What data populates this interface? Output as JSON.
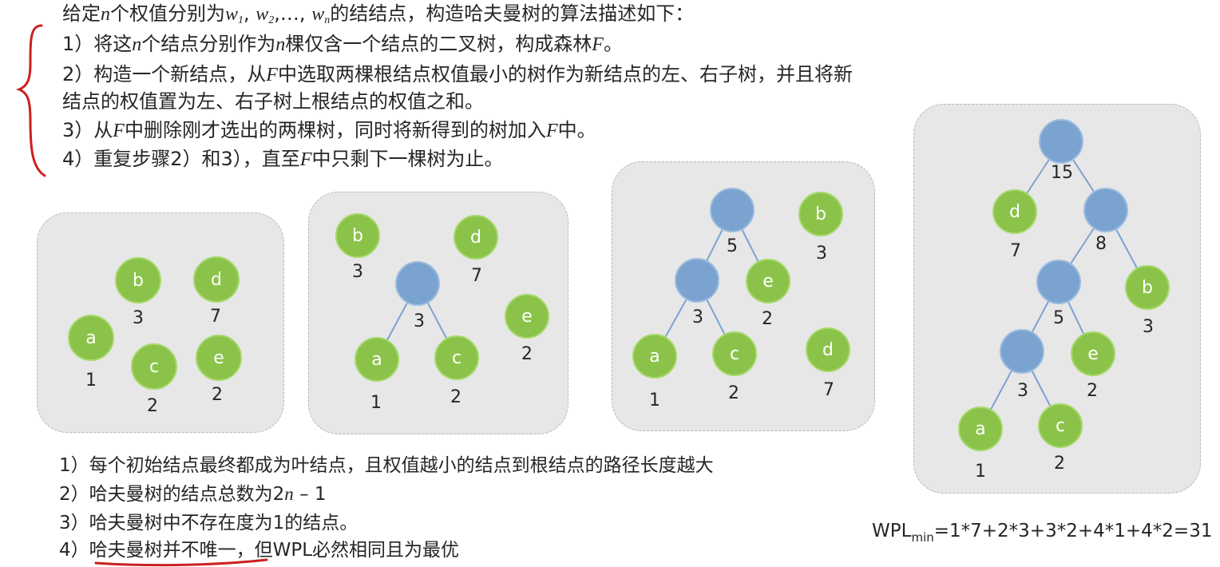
{
  "intro": {
    "line0": {
      "a": "给定",
      "n": "n",
      "b": "个权值分别为",
      "w1": "w",
      "s1": "1",
      "c1": ", ",
      "w2": "w",
      "s2": "2",
      "c2": ",…, ",
      "wn": "w",
      "sn": "n",
      "tail": "的结结点，构造哈夫曼树的算法描述如下："
    },
    "step1": {
      "a": "1）将这",
      "n1": "n",
      "b": "个结点分别作为",
      "n2": "n",
      "c": "棵仅含一个结点的二叉树，构成森林",
      "f": "F",
      "d": "。"
    },
    "step2": {
      "a": "2）构造一个新结点，从",
      "f": "F",
      "b": "中选取两棵根结点权值最小的树作为新结点的左、右子树，并且将新"
    },
    "step2b": "结点的权值置为左、右子树上根结点的权值之和。",
    "step3": {
      "a": "3）从",
      "f1": "F",
      "b": "中删除刚才选出的两棵树，同时将新得到的树加入",
      "f2": "F",
      "c": "中。"
    },
    "step4": {
      "a": "4）重复步骤2）和3），直至",
      "f": "F",
      "b": "中只剩下一棵树为止。"
    }
  },
  "panel1": {
    "nodes": {
      "a": "a",
      "b": "b",
      "c": "c",
      "d": "d",
      "e": "e"
    },
    "weights": {
      "a": "1",
      "b": "3",
      "c": "2",
      "d": "7",
      "e": "2"
    }
  },
  "panel2": {
    "nodes": {
      "b": "b",
      "d": "d",
      "a": "a",
      "c": "c",
      "e": "e"
    },
    "weights": {
      "b": "3",
      "d": "7",
      "root": "3",
      "a": "1",
      "c": "2",
      "e": "2"
    }
  },
  "panel3": {
    "nodes": {
      "b": "b",
      "e": "e",
      "a": "a",
      "c": "c",
      "d": "d"
    },
    "weights": {
      "root": "5",
      "b": "3",
      "inner": "3",
      "e": "2",
      "a": "1",
      "c": "2",
      "d": "7"
    }
  },
  "panel4": {
    "nodes": {
      "d": "d",
      "b": "b",
      "e": "e",
      "a": "a",
      "c": "c"
    },
    "weights": {
      "root": "15",
      "d": "7",
      "n8": "8",
      "n5": "5",
      "b": "3",
      "n3": "3",
      "e": "2",
      "a": "1",
      "c": "2"
    }
  },
  "properties": {
    "p1": "1）每个初始结点最终都成为叶结点，且权值越小的结点到根结点的路径长度越大",
    "p2": {
      "a": "2）哈夫曼树的结点总数为2",
      "n": "n",
      "b": " – 1"
    },
    "p3": "3）哈夫曼树中不存在度为1的结点。",
    "p4": "4）哈夫曼树并不唯一，但WPL必然相同且为最优"
  },
  "wpl": {
    "base": "WPL",
    "sub": "min",
    "formula": "=1*7+2*3+3*2+4*1+4*2=31"
  },
  "colors": {
    "leaf": "#8bc34a",
    "inner": "#7ba3d0",
    "edge": "#7ba3d0",
    "annotation": "#cc1f1f",
    "panel": "#e7e7e7"
  }
}
